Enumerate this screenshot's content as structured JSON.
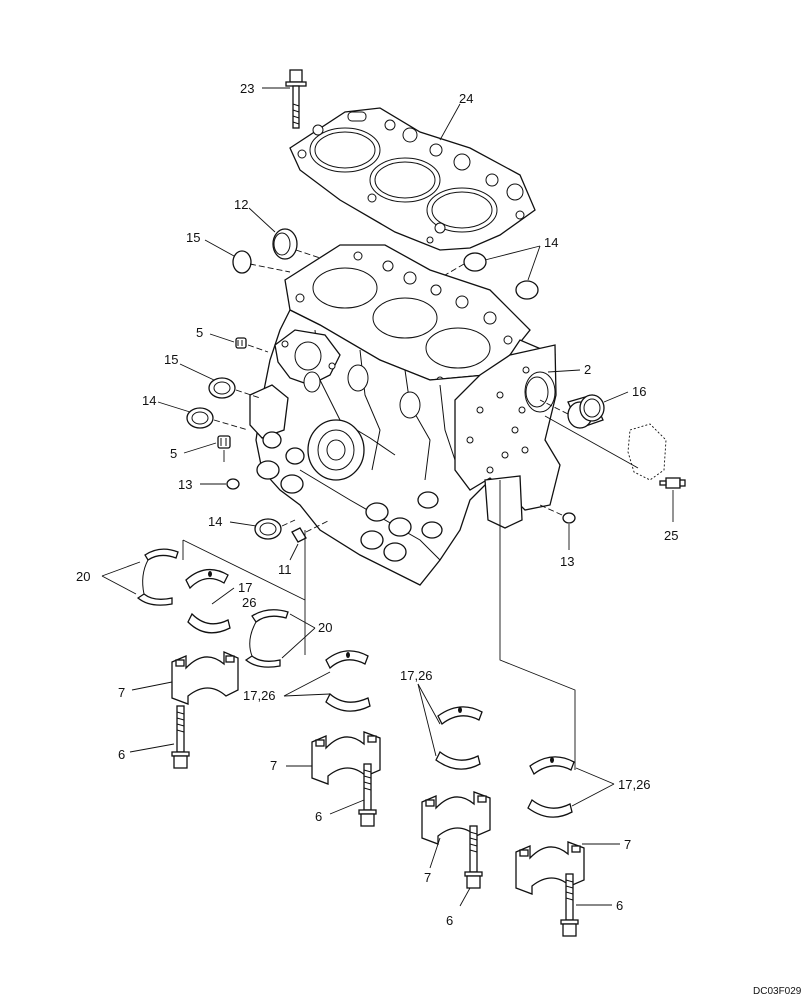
{
  "diagram": {
    "reference_code": "DC03F029",
    "callouts": {
      "c23": "23",
      "c24": "24",
      "c12": "12",
      "c15a": "15",
      "c14a": "14",
      "c5a": "5",
      "c15b": "15",
      "c2": "2",
      "c16": "16",
      "c14b": "14",
      "c5b": "5",
      "c13a": "13",
      "c25": "25",
      "c14c": "14",
      "c13b": "13",
      "c11": "11",
      "c20a": "20",
      "c17": "17",
      "c26": "26",
      "c20b": "20",
      "c7a": "7",
      "c1726a": "17,26",
      "c1726b": "17,26",
      "c6a": "6",
      "c7b": "7",
      "c1726c": "17,26",
      "c6b": "6",
      "c7c": "7",
      "c7d": "7",
      "c6c": "6",
      "c6d": "6"
    }
  }
}
